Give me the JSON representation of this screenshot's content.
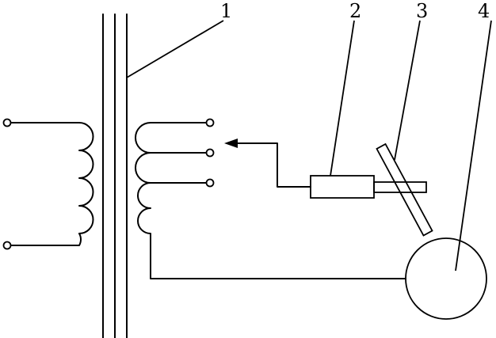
{
  "diagram": {
    "labels": {
      "l1": "1",
      "l2": "2",
      "l3": "3",
      "l4": "4"
    }
  }
}
